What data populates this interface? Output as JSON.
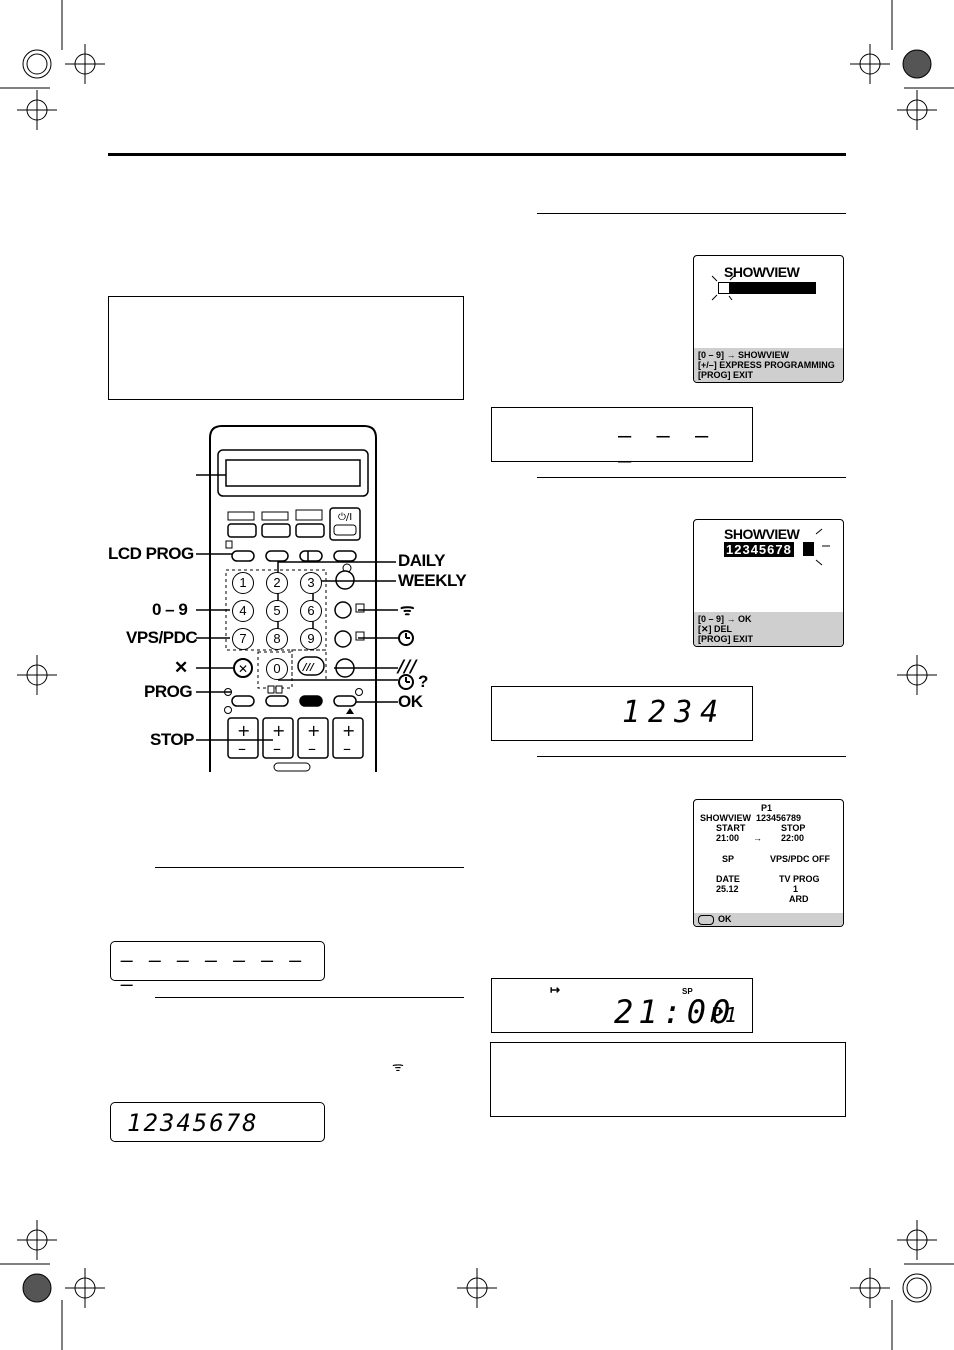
{
  "remote_labels": {
    "lcd_prog": "LCD PROG",
    "digits": "0 – 9",
    "vps_pdc": "VPS/PDC",
    "cancel": "✕",
    "prog": "PROG",
    "stop": "STOP",
    "daily": "DAILY",
    "weekly": "WEEKLY",
    "ok": "OK",
    "timer_q": "?"
  },
  "remote_keys": [
    "1",
    "2",
    "3",
    "4",
    "5",
    "6",
    "7",
    "8",
    "9",
    "0"
  ],
  "lcd_left_1": "– – – – – – – –",
  "lcd_left_2": "12345678",
  "lcd_right_1": "– – – –",
  "lcd_right_2": "1234",
  "lcd_right_3": {
    "time": "21:00",
    "prog": "P1",
    "mode": "SP"
  },
  "osd1": {
    "title": "SHOWVIEW",
    "foot": [
      "[0 – 9] → SHOWVIEW",
      "[+/–] EXPRESS PROGRAMMING",
      "[PROG] EXIT"
    ]
  },
  "osd2": {
    "title": "SHOWVIEW",
    "code": "12345678",
    "foot": [
      "[0 – 9] → OK",
      "[✕] DEL",
      "[PROG] EXIT"
    ]
  },
  "osd3": {
    "prog": "P1",
    "showview_label": "SHOWVIEW",
    "showview_code": "123456789",
    "start_label": "START",
    "stop_label": "STOP",
    "start": "21:00",
    "stop": "22:00",
    "speed": "SP",
    "vps": "VPS/PDC OFF",
    "date_label": "DATE",
    "date": "25.12",
    "tvprog_label": "TV PROG",
    "tvprog": "1",
    "station": "ARD",
    "ok": "OK"
  }
}
